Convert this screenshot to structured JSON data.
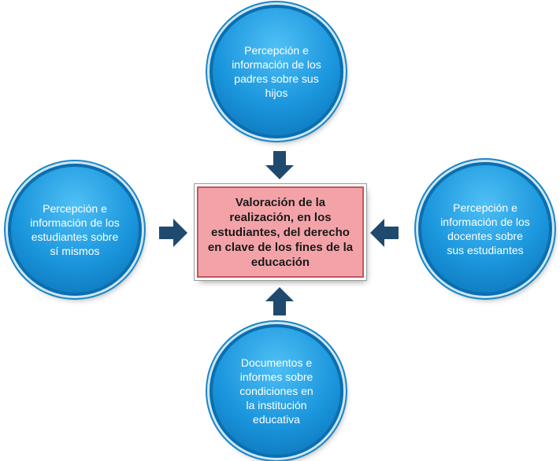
{
  "diagram": {
    "center": {
      "text": "Valoración de la realización, en los estudiantes, del derecho en clave de los fines de la educación"
    },
    "nodes": {
      "top": "Percepción e información de los padres sobre sus hijos",
      "left": "Percepción e información de los estudiantes sobre sí mismos",
      "right": "Percepción e información de los docentes sobre sus estudiantes",
      "bottom": "Documentos e informes sobre condiciones en la institución educativa"
    },
    "colors": {
      "node_fill": "#1a95dc",
      "node_border": "#0a6fb0",
      "center_fill": "#f3a3a8",
      "arrow": "#1f4a6e"
    }
  }
}
